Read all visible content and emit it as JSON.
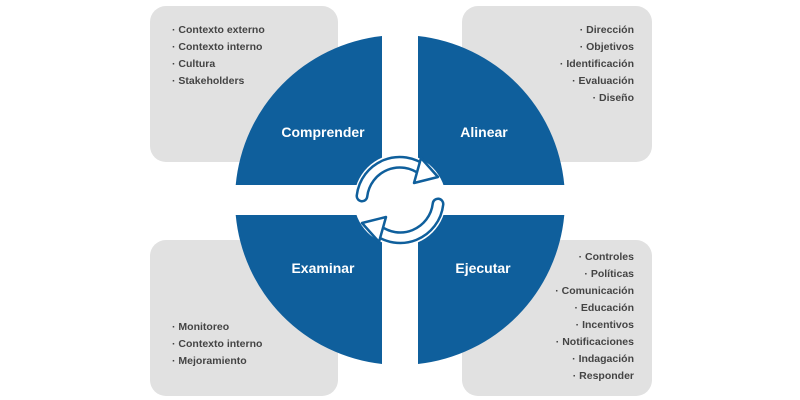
{
  "quadrants": {
    "top_left": {
      "label": "Comprender",
      "items": [
        "Contexto externo",
        "Contexto interno",
        "Cultura",
        "Stakeholders"
      ]
    },
    "top_right": {
      "label": "Alinear",
      "items": [
        "Dirección",
        "Objetivos",
        "Identificación",
        "Evaluación",
        "Diseño"
      ]
    },
    "bottom_left": {
      "label": "Examinar",
      "items": [
        "Monitoreo",
        "Contexto interno",
        "Mejoramiento"
      ]
    },
    "bottom_right": {
      "label": "Ejecutar",
      "items": [
        "Controles",
        "Políticas",
        "Comunicación",
        "Educación",
        "Incentivos",
        "Notificaciones",
        "Indagación",
        "Responder"
      ]
    }
  },
  "center_icon": "cycle-arrows-icon",
  "colors": {
    "quadrant": "#0f5f9c",
    "box": "#e1e1e1",
    "text": "#444444",
    "label": "#ffffff"
  }
}
